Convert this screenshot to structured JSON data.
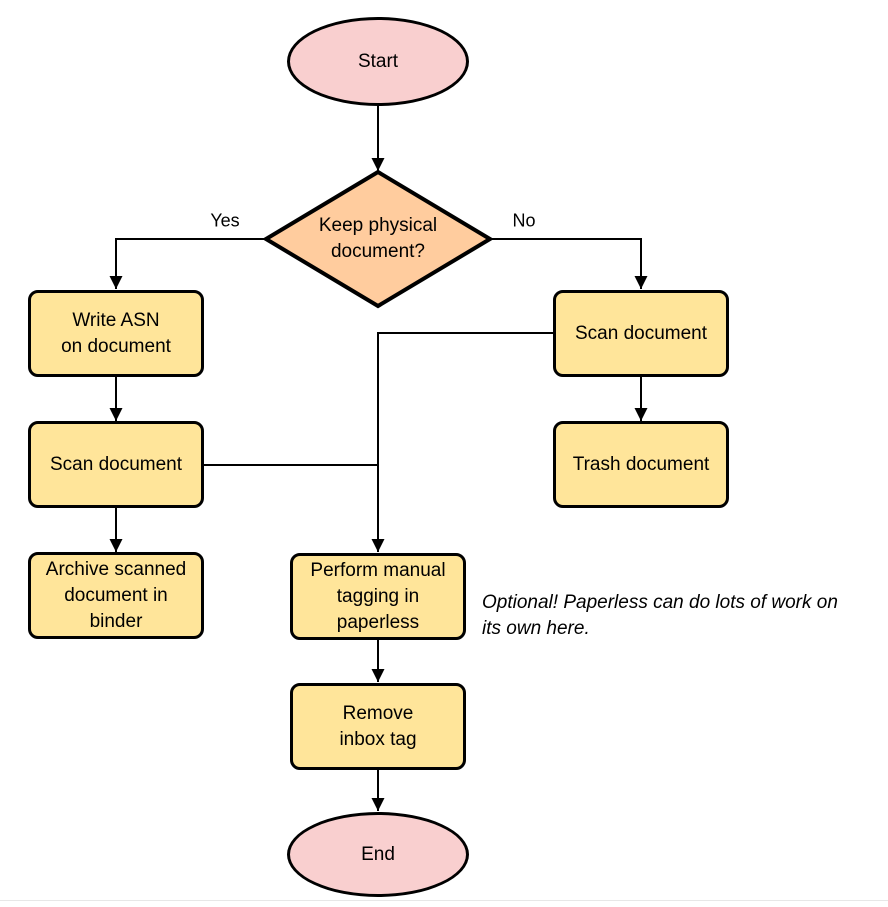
{
  "diagram": {
    "nodes": {
      "start": "Start",
      "decision": "Keep physical\ndocument?",
      "write_asn": "Write ASN\non document",
      "scan_left": "Scan document",
      "archive": "Archive scanned\ndocument in\nbinder",
      "scan_right": "Scan document",
      "trash": "Trash document",
      "tagging": "Perform manual\ntagging in\npaperless",
      "remove_inbox": "Remove\ninbox tag",
      "end": "End"
    },
    "edge_labels": {
      "yes": "Yes",
      "no": "No"
    },
    "note": "Optional! Paperless can do lots of work on\nits own here.",
    "colors": {
      "terminator_fill": "#f9cfcf",
      "decision_fill": "#ffcc9e",
      "process_fill": "#ffe59a",
      "stroke": "#000000"
    }
  }
}
